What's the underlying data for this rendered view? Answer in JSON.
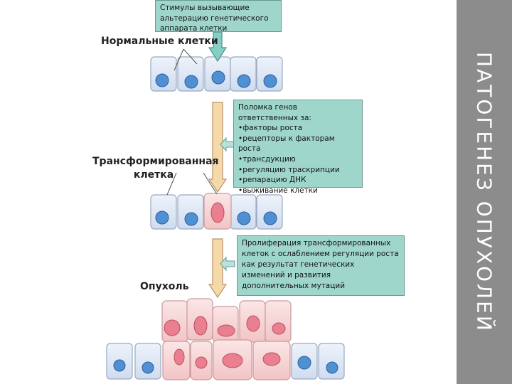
{
  "sidebar": {
    "title": "ПАТОГЕНЕЗ ОПУХОЛЕЙ",
    "background": "#8c8c8c"
  },
  "colors": {
    "box_fill": "#9fd6cc",
    "arrow_fill": "#f5d9a8",
    "normal_cell": "#dbe6f4",
    "normal_nucleus": "#4f8fd4",
    "tumor_cell": "#f6d0d0",
    "tumor_nucleus": "#ea7f90"
  },
  "boxes": {
    "stimuli": "Стимулы вызывающие альтерацию генетического аппарата клетки",
    "gene_damage_intro": "Поломка генов ответственных за:",
    "gene_damage_items": [
      "факторы роста",
      "рецепторы к факторам роста",
      "трансдукцию",
      "регуляцию траскрипции",
      "репарацию ДНК",
      "выживание клетки"
    ],
    "proliferation": "Пролиферация трансформированных клеток с ослаблением регуляции роста как результат генетических изменений и развития дополнительных мутаций"
  },
  "labels": {
    "normal": "Нормальные клетки",
    "transformed_line1": "Трансформированная",
    "transformed_line2": "клетка",
    "tumor": "Опухоль"
  }
}
